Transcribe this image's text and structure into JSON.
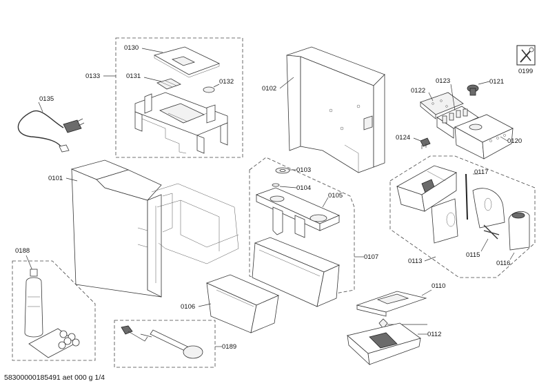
{
  "footer": {
    "doc_number": "58300000185491 aet 000 g 1/4"
  },
  "tool_badge": {
    "icon": "wrench-screwdriver-icon",
    "label": "0199"
  },
  "labels": {
    "p0101": "0101",
    "p0102": "0102",
    "p0103": "0103",
    "p0104": "0104",
    "p0105": "0105",
    "p0106": "0106",
    "p0107": "0107",
    "p0110": "0110",
    "p0112": "0112",
    "p0113": "0113",
    "p0115": "0115",
    "p0116": "0116",
    "p0117": "0117",
    "p0120": "0120",
    "p0121": "0121",
    "p0122": "0122",
    "p0123": "0123",
    "p0124": "0124",
    "p0130": "0130",
    "p0131": "0131",
    "p0132": "0132",
    "p0133": "0133",
    "p0135": "0135",
    "p0188": "0188",
    "p0189": "0189"
  }
}
